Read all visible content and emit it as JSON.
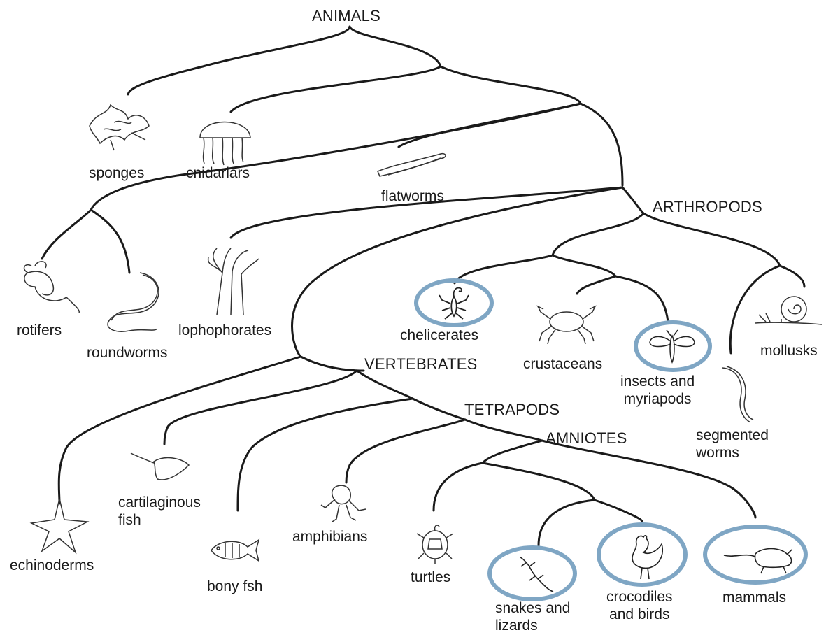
{
  "clades": {
    "animals": "ANIMALS",
    "arthropods": "ARTHROPODS",
    "vertebrates": "VERTEBRATES",
    "tetrapods": "TETRAPODS",
    "amniotes": "AMNIOTES"
  },
  "taxa": {
    "sponges": "sponges",
    "cnidarians": "cnidariars",
    "flatworms": "flatworms",
    "rotifers": "rotifers",
    "roundworms": "roundworms",
    "lophophorates": "lophophorates",
    "chelicerates": "chelicerates",
    "crustaceans": "crustaceans",
    "insects": [
      "insects and",
      "myriapods"
    ],
    "mollusks": "mollusks",
    "segmented_worms": [
      "segmented",
      "worms"
    ],
    "echinoderms": "echinoderms",
    "cartilaginous_fish": [
      "cartilaginous",
      "fish"
    ],
    "bony_fish": "bony fsh",
    "amphibians": "amphibians",
    "turtles": "turtles",
    "snakes_lizards": [
      "snakes and",
      "lizards"
    ],
    "crocodiles_birds": [
      "crocodiles",
      "and birds"
    ],
    "mammals": "mammals"
  },
  "highlighted": [
    "chelicerates",
    "insects and myriapods",
    "snakes and lizards",
    "crocodiles and birds",
    "mammals"
  ],
  "colors": {
    "line": "#1a1a1a",
    "ring": "#7fa6c4",
    "background": "#ffffff"
  }
}
